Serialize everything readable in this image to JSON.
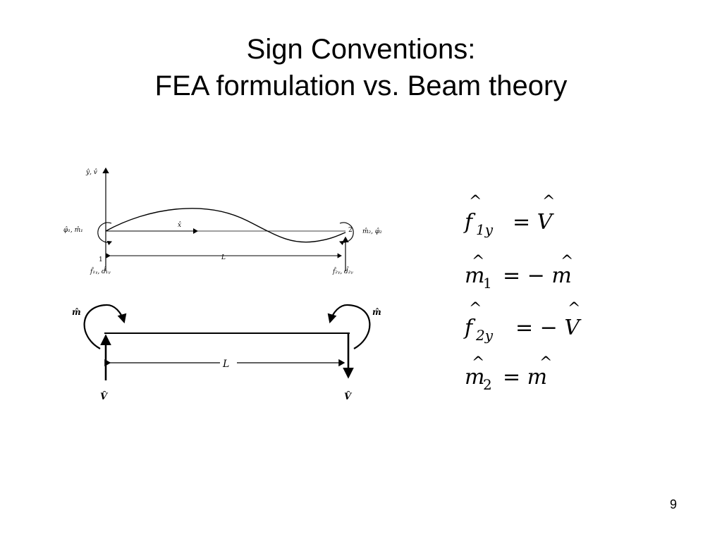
{
  "slide": {
    "title_line1": "Sign Conventions:",
    "title_line2": "FEA formulation vs. Beam theory",
    "page_number": "9"
  },
  "fea_figure": {
    "axis_y_label": "ŷ, v̂",
    "axis_x_label": "x̂",
    "left_moment_label": "φ̂₁, m̂₁",
    "right_moment_label": "m̂₂, φ̂₂",
    "node1_label": "1",
    "node2_label": "2",
    "length_label": "L",
    "left_force_label": "f̂₁ᵧ, d̂₁ᵧ",
    "right_force_label": "f̂₂ᵧ, d̂₂ᵧ"
  },
  "beam_figure": {
    "left_moment_label": "m̂",
    "right_moment_label": "m̂",
    "length_label": "L",
    "left_shear_label": "V̂",
    "right_shear_label": "V̂"
  },
  "equations": [
    {
      "lhs_base": "f",
      "lhs_sub": "1y",
      "rhs": "= V"
    },
    {
      "lhs_base": "m",
      "lhs_sub": "1",
      "rhs": "= − m"
    },
    {
      "lhs_base": "f",
      "lhs_sub": "2y",
      "rhs": "= − V"
    },
    {
      "lhs_base": "m",
      "lhs_sub": "2",
      "rhs": "= m"
    }
  ]
}
